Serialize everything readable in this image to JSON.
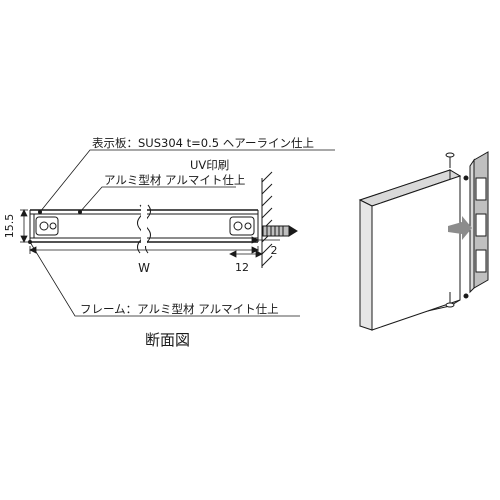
{
  "labels": {
    "face_plate": "表示板：SUS304 t=0.5 ヘアーライン仕上",
    "uv_print": "UV印刷",
    "aluminum_profile": "アルミ型材 アルマイト仕上",
    "frame": "フレーム：アルミ型材 アルマイト仕上",
    "section_title": "断面図"
  },
  "dimensions": {
    "height": "15.5",
    "width": "W",
    "offset_12": "12",
    "offset_2": "2"
  },
  "colors": {
    "line": "#1a1a1a",
    "panel_front": "#ffffff",
    "panel_side": "#d9d9d9",
    "bracket": "#bfbfbf",
    "arrow": "#8c8c8c"
  }
}
